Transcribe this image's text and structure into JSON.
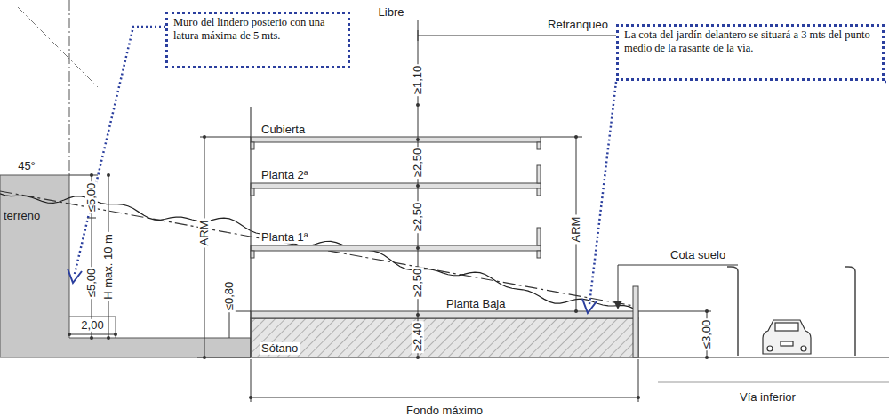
{
  "diagram": {
    "nodes": [
      {
        "text": [
          "Muro del lindero posterio con una latura máxima de 5 mts."
        ]
      },
      {
        "text": [
          "La cota del jardín delantero se situará a 3 mts del punto medio de la rasante de la vía."
        ]
      }
    ],
    "labels": [
      "Libre",
      "Retranqueo",
      "45°",
      "≤5,00",
      "terreno",
      "≤5,00",
      "H max. 10 m",
      "2,00",
      "ARM",
      "≤0,80",
      "Cubierta",
      "≥1,10",
      "≥2,50",
      "Planta 2ª",
      "≥2,50",
      "Planta 1ª",
      "≥2,50",
      "Planta Baja",
      "≥2,40",
      "Sótano",
      "ARM",
      "Cota suelo",
      "≤3,00",
      "Vía inferior",
      "Fondo máximo"
    ]
  }
}
